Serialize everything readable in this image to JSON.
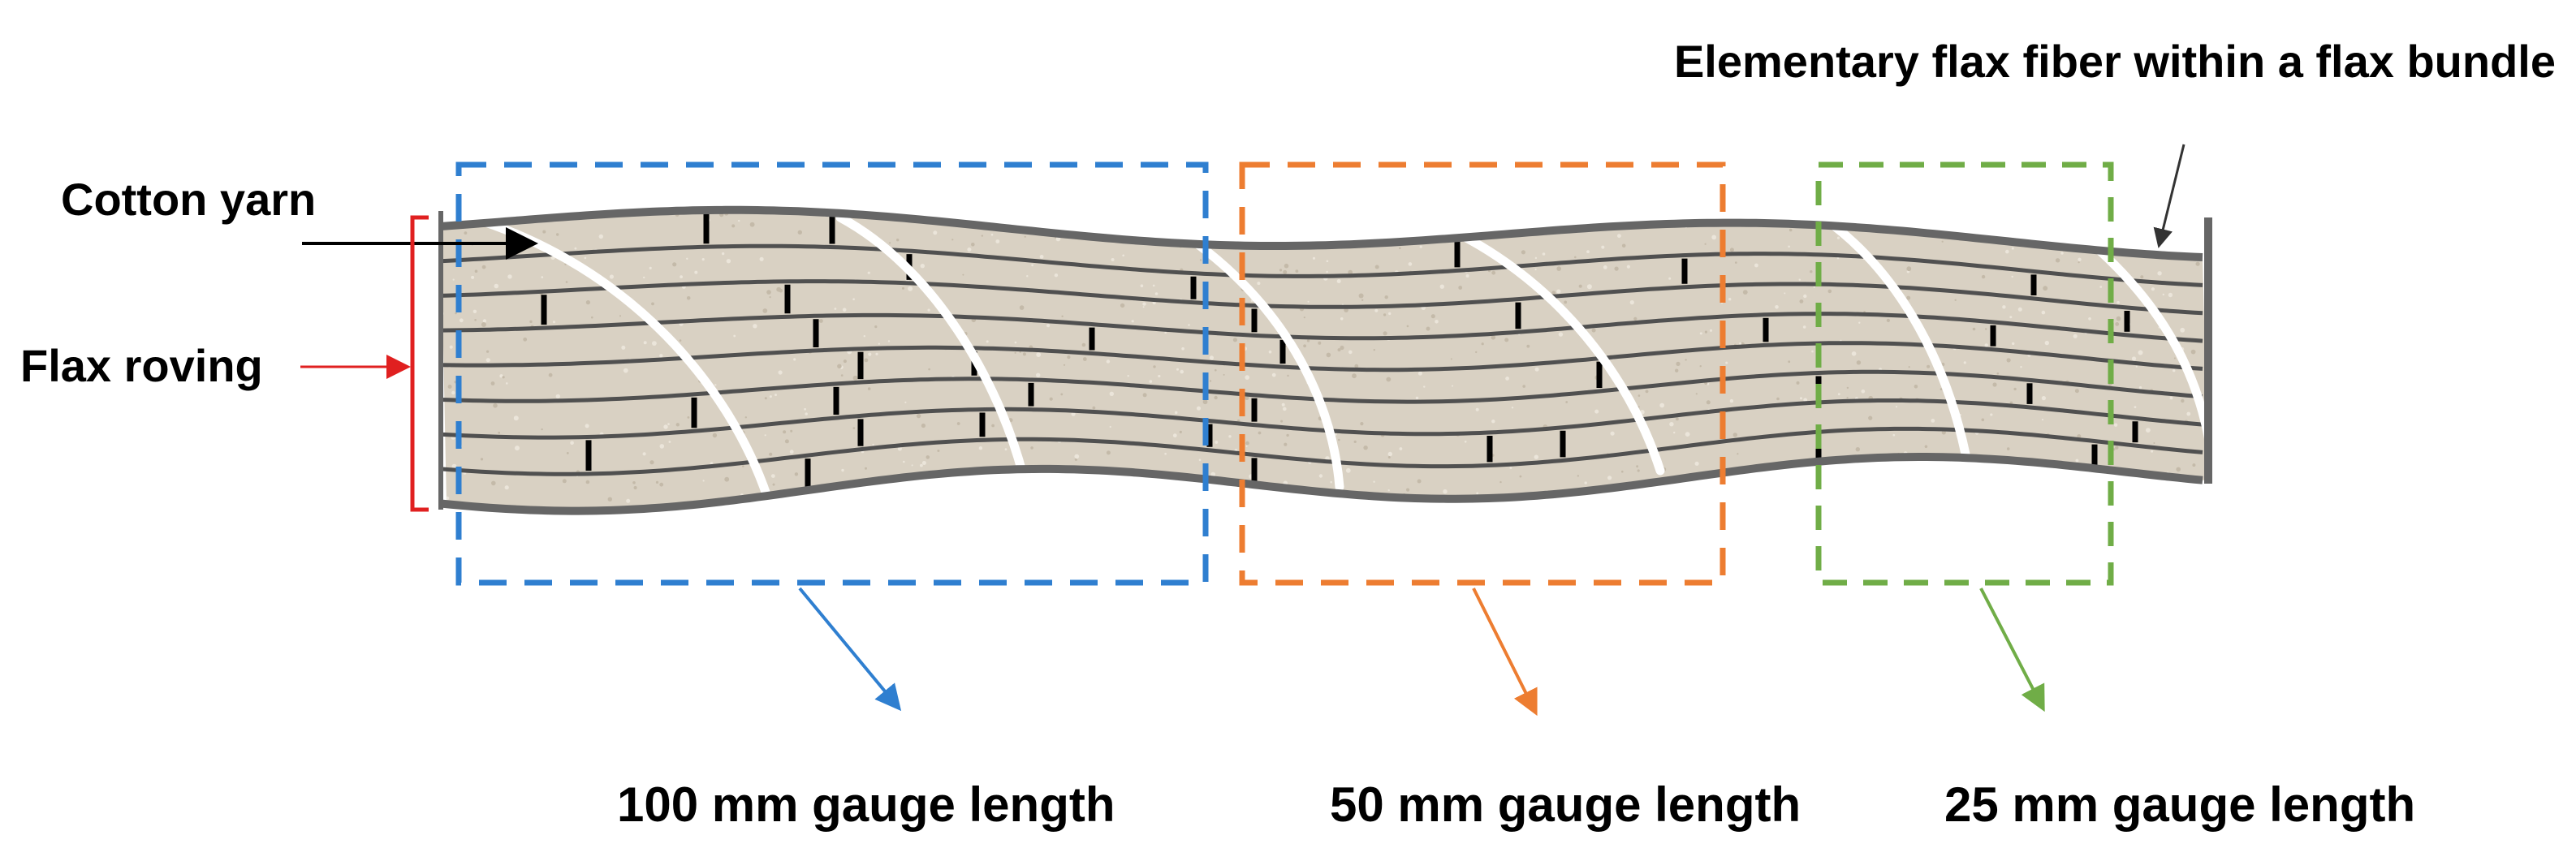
{
  "labels": {
    "elementary_fiber": "Elementary flax fiber within a flax bundle",
    "cotton_yarn": "Cotton yarn",
    "flax_roving": "Flax roving"
  },
  "gauges": [
    {
      "label": "100 mm gauge length",
      "color": "#2f7fd0"
    },
    {
      "label": "50 mm gauge length",
      "color": "#ed7d31"
    },
    {
      "label": "25 mm gauge length",
      "color": "#70ad47"
    }
  ],
  "colors": {
    "roving_fill": "#d9d1c3",
    "fiber_line": "#505050",
    "cotton_wrap": "#ffffff",
    "bracket": "#e02020"
  }
}
